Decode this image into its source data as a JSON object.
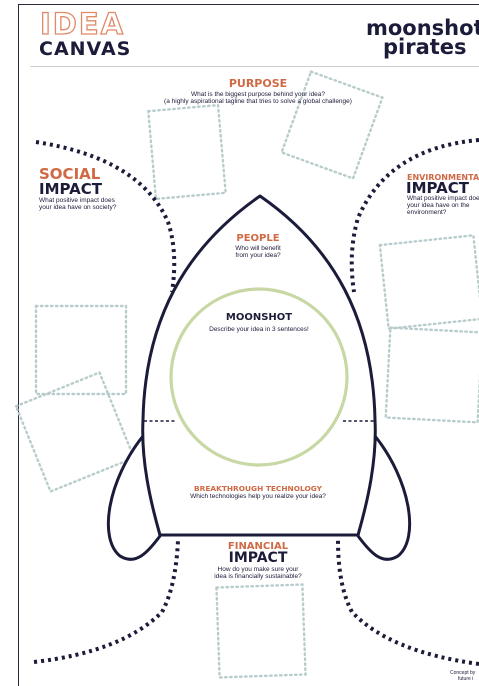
{
  "brand": {
    "idea": "IDEA",
    "canvas": "CANVAS"
  },
  "logo": {
    "line1": "moonshot",
    "line2": "pirates"
  },
  "purpose": {
    "title": "PURPOSE",
    "line1": "What is the biggest purpose behind your idea?",
    "line2": "(a highly aspirational tagline that tries to solve a global challenge)"
  },
  "social": {
    "title1": "SOCIAL",
    "title2": "IMPACT",
    "line1": "What positive impact does",
    "line2": "your idea have on society?"
  },
  "environmental": {
    "title1": "ENVIRONMENTAL",
    "title2": "IMPACT",
    "line1": "What positive impact does",
    "line2": "your idea have on the",
    "line3": "environment?"
  },
  "people": {
    "title": "PEOPLE",
    "line1": "Who will benefit",
    "line2": "from your idea?"
  },
  "moonshot": {
    "title": "MOONSHOT",
    "line1": "Describe your idea in 3 sentences!"
  },
  "breakthrough": {
    "title": "BREAKTHROUGH TECHNOLOGY",
    "line1": "Which technologies help you realize your idea?"
  },
  "financial": {
    "title1": "FINANCIAL",
    "title2": "IMPACT",
    "line1": "How do you make sure your",
    "line2": "idea is financially sustainable?"
  },
  "footer": {
    "line1": "Concept by",
    "line2": "future i"
  },
  "colors": {
    "navy": "#1b1b3a",
    "orange": "#cf6a45",
    "moon": "#c8d8a4",
    "dots": "#b8cccc"
  }
}
